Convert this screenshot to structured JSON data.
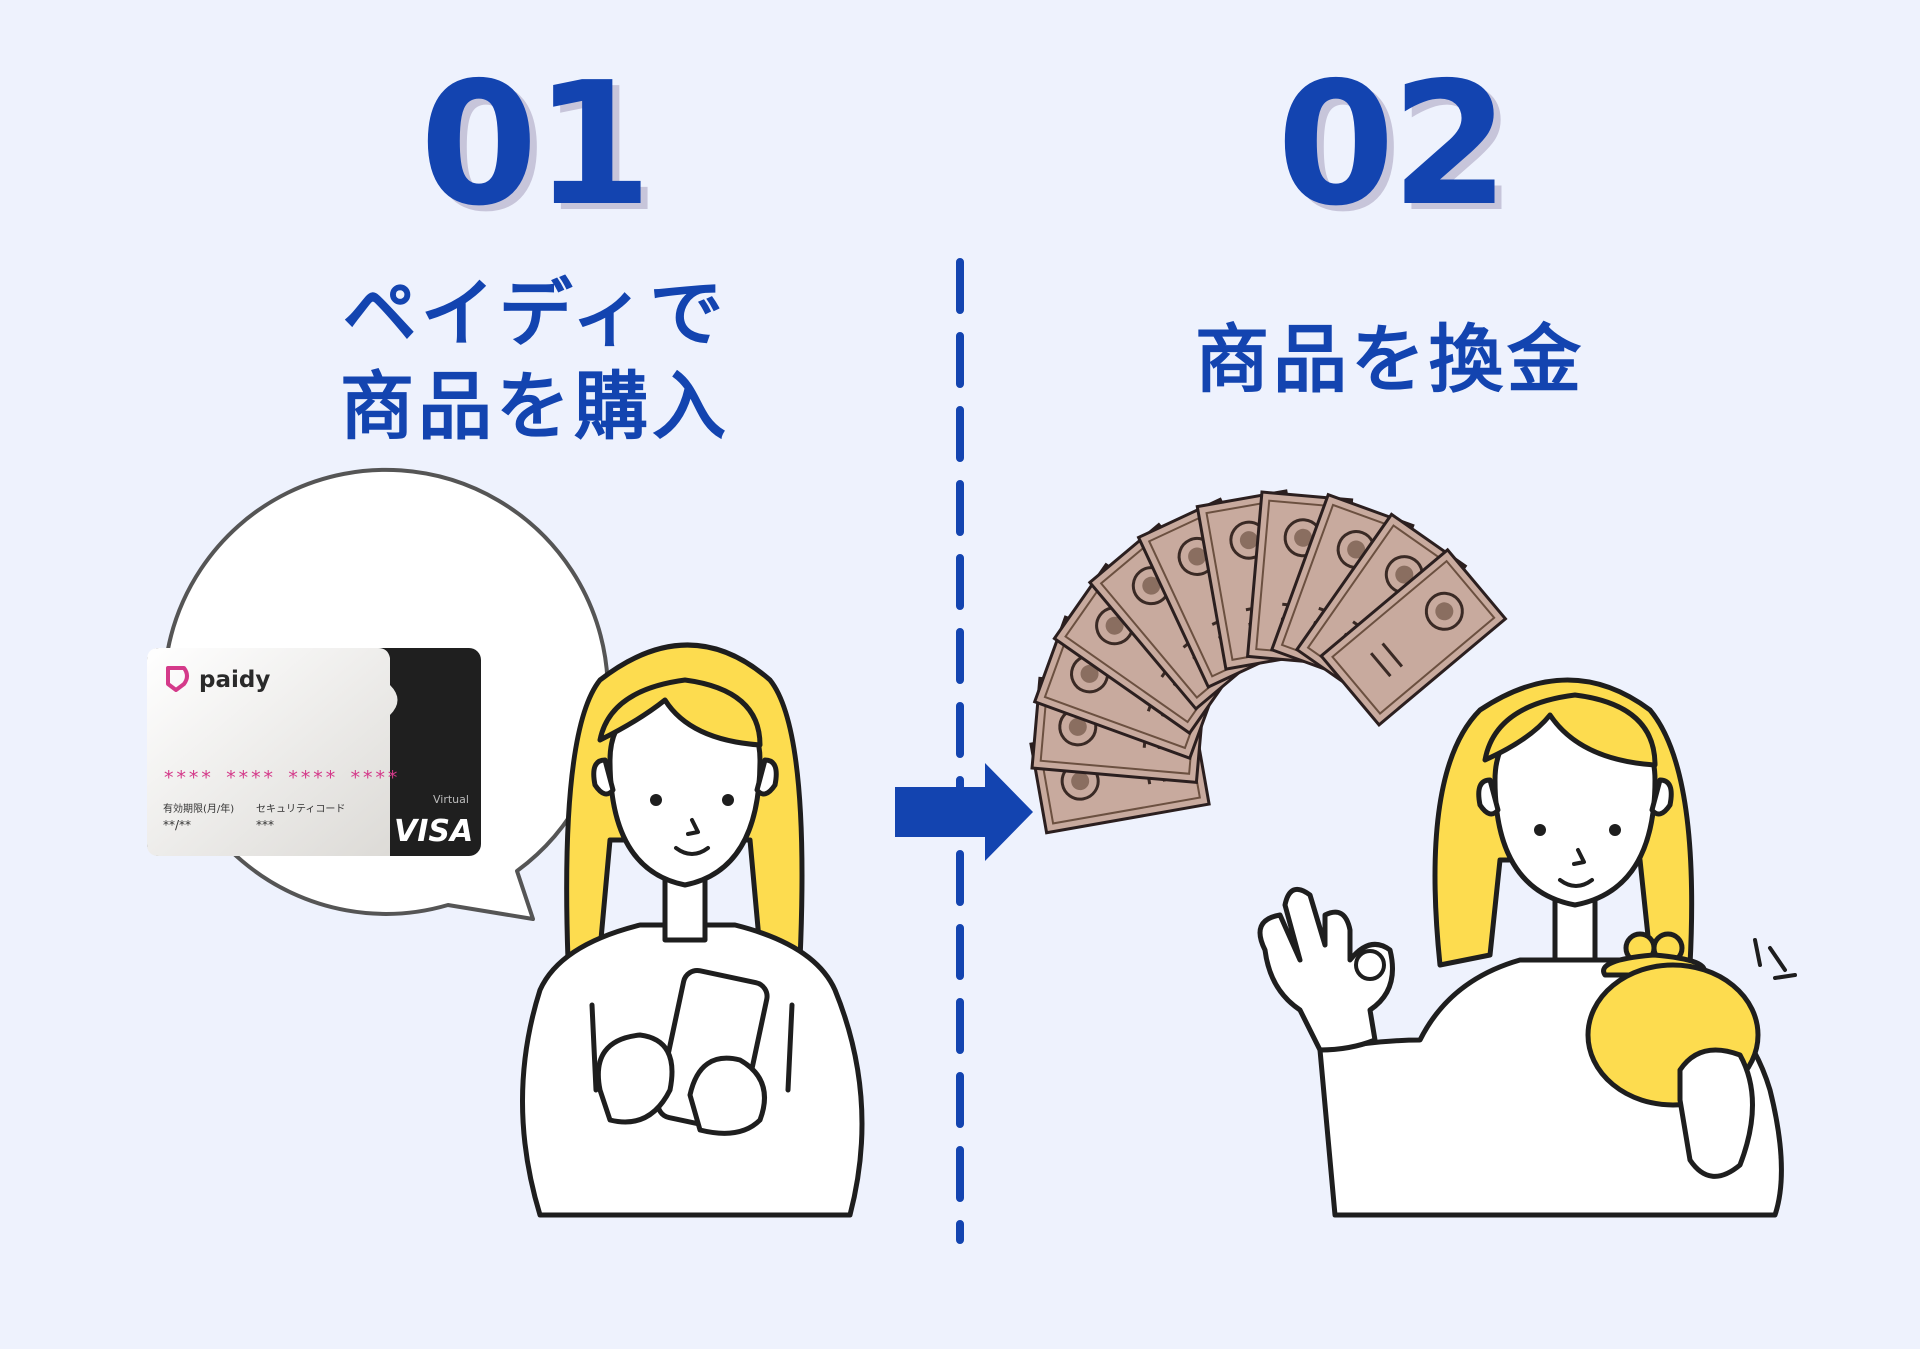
{
  "steps": [
    {
      "number": "01",
      "title_line1": "ペイディで",
      "title_line2": "商品を購入"
    },
    {
      "number": "02",
      "title": "商品を換金"
    }
  ],
  "card": {
    "brand": "paidy",
    "card_number": "**** **** **** ****",
    "expiry_label": "有効期限(月/年)",
    "expiry_value": "**/**",
    "security_label": "セキュリティコード",
    "security_value": "***",
    "type_label": "Virtual",
    "network": "VISA"
  },
  "colors": {
    "background": "#eef2fd",
    "accent_blue": "#1344b0",
    "hair_yellow": "#fddc4f",
    "banknote": "#c8aa9e",
    "paidy_pink": "#d43a8a"
  },
  "icons": [
    "speech-bubble-icon",
    "arrow-right-icon",
    "dashed-divider",
    "banknote-fan-icon",
    "coin-purse-icon",
    "ok-hand-icon",
    "smartphone-icon"
  ]
}
